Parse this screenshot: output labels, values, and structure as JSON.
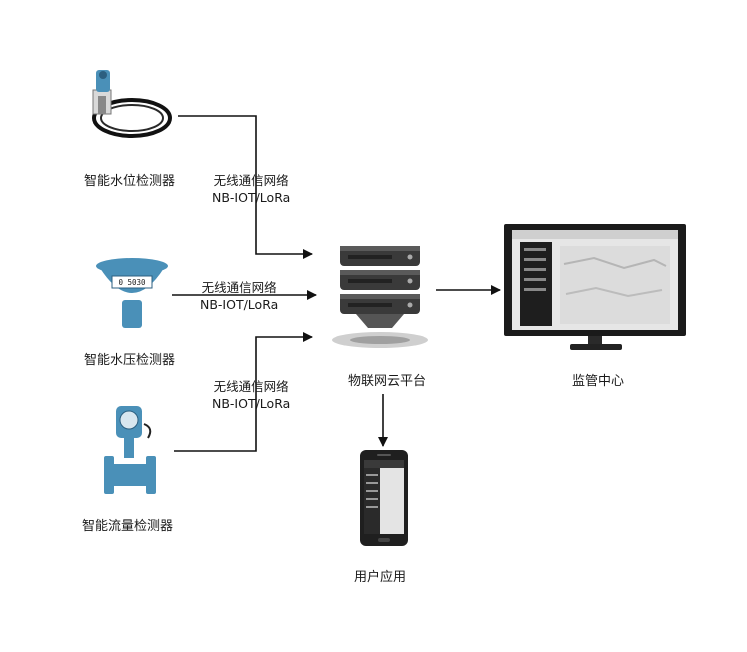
{
  "devices": {
    "water_level": {
      "label": "智能水位检测器"
    },
    "water_pressure": {
      "label": "智能水压检测器",
      "display_value": "0 5030"
    },
    "flow": {
      "label": "智能流量检测器"
    }
  },
  "links": {
    "top": {
      "line1": "无线通信网络",
      "line2": "NB-IOT/LoRa"
    },
    "middle": {
      "line1": "无线通信网络",
      "line2": "NB-IOT/LoRa"
    },
    "bottom": {
      "line1": "无线通信网络",
      "line2": "NB-IOT/LoRa"
    }
  },
  "platform": {
    "label": "物联网云平台"
  },
  "monitor": {
    "label": "监管中心"
  },
  "mobile": {
    "label": "用户应用"
  },
  "colors": {
    "device_blue": "#4a90b8",
    "line": "#111111",
    "server_dark": "#3a3a3a"
  }
}
